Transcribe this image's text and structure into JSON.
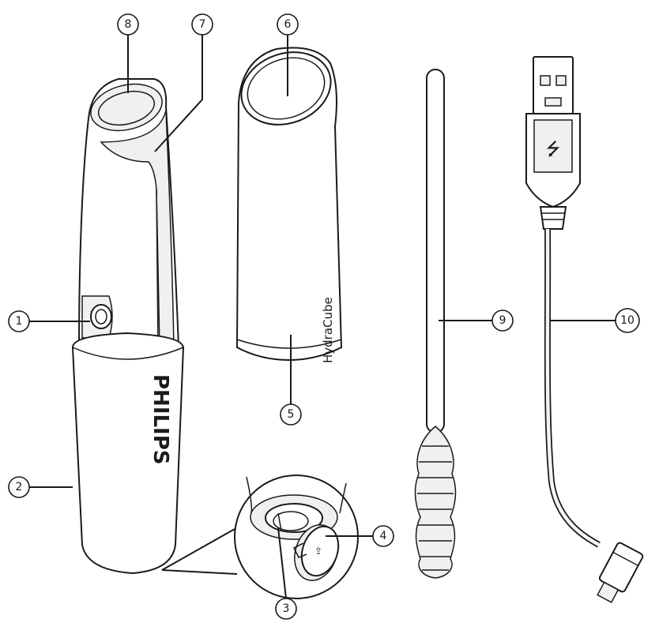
{
  "brand_text": "PHILIPS",
  "product_text": "HydraCube",
  "callouts": [
    {
      "id": "1",
      "label": "1"
    },
    {
      "id": "2",
      "label": "2"
    },
    {
      "id": "3",
      "label": "3"
    },
    {
      "id": "4",
      "label": "4"
    },
    {
      "id": "5",
      "label": "5"
    },
    {
      "id": "6",
      "label": "6"
    },
    {
      "id": "7",
      "label": "7"
    },
    {
      "id": "8",
      "label": "8"
    },
    {
      "id": "9",
      "label": "9"
    },
    {
      "id": "10",
      "label": "10"
    }
  ]
}
